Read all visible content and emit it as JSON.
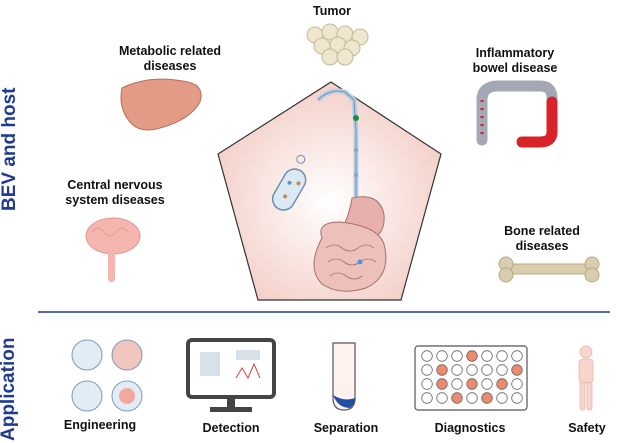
{
  "sections": {
    "top": "BEV and host",
    "bottom": "Application"
  },
  "diseases": {
    "tumor": "Tumor",
    "metabolic_line1": "Metabolic related",
    "metabolic_line2": "diseases",
    "ibd_line1": "Inflammatory",
    "ibd_line2": "bowel disease",
    "cns_line1": "Central nervous",
    "cns_line2": "system diseases",
    "bone_line1": "Bone related",
    "bone_line2": "diseases"
  },
  "applications": [
    "Engineering",
    "Detection",
    "Separation",
    "Diagnostics",
    "Safety"
  ],
  "colors": {
    "section_text": "#1f3a93",
    "divider": "#1f3a93",
    "pentagon_fill": "#f8e1dc",
    "liver": "#e39b85",
    "colon_red": "#d8232a",
    "colon_gray": "#a4a8b4",
    "brain": "#f6b6b0",
    "bone": "#d9cdb0",
    "diagnostic_dot": "#ec8a6e"
  }
}
